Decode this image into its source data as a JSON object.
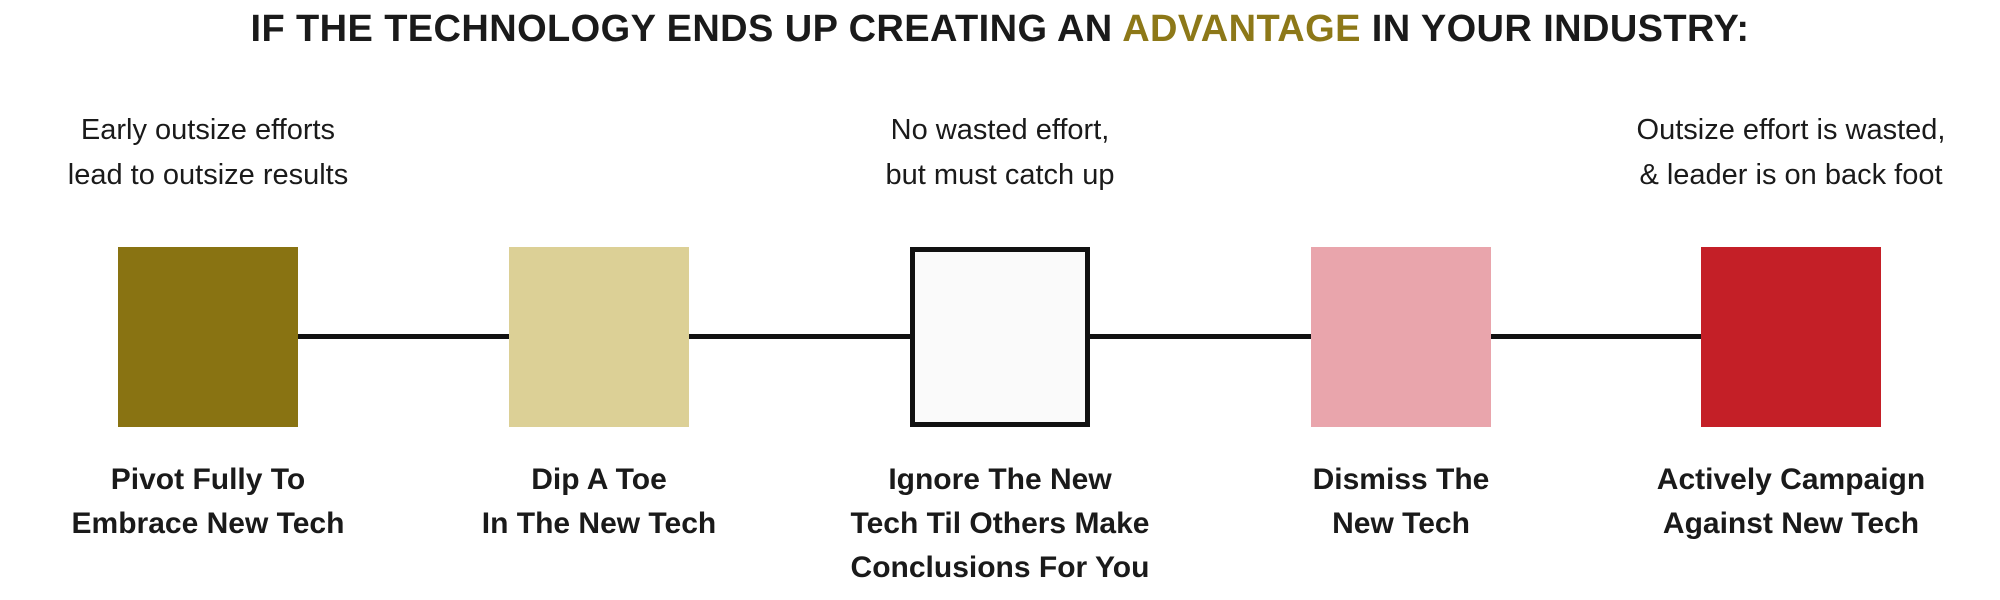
{
  "title": {
    "prefix": "IF THE TECHNOLOGY ENDS UP CREATING AN ",
    "highlight": "ADVANTAGE",
    "suffix": " IN YOUR INDUSTRY:"
  },
  "colors": {
    "title_text": "#1a1a1a",
    "highlight": "#8d7818",
    "connector_line": "#111111"
  },
  "spectrum": [
    {
      "name": "pivot-fully",
      "color": "#897312",
      "annotation": [
        "Early outsize efforts",
        "lead to outsize results"
      ],
      "label": [
        "Pivot Fully To",
        "Embrace New Tech"
      ]
    },
    {
      "name": "dip-a-toe",
      "color": "#dcd096",
      "label": [
        "Dip A Toe",
        "In The New Tech"
      ]
    },
    {
      "name": "ignore",
      "color": "#fafafa",
      "annotation": [
        "No wasted effort,",
        "but must catch up"
      ],
      "label": [
        "Ignore The New",
        "Tech Til Others Make",
        "Conclusions For You"
      ]
    },
    {
      "name": "dismiss",
      "color": "#e9a5ac",
      "label": [
        "Dismiss The",
        "New Tech"
      ]
    },
    {
      "name": "campaign-against",
      "color": "#c41f27",
      "annotation": [
        "Outsize effort is wasted,",
        "& leader is on back foot"
      ],
      "label": [
        "Actively Campaign",
        "Against New Tech"
      ]
    }
  ]
}
